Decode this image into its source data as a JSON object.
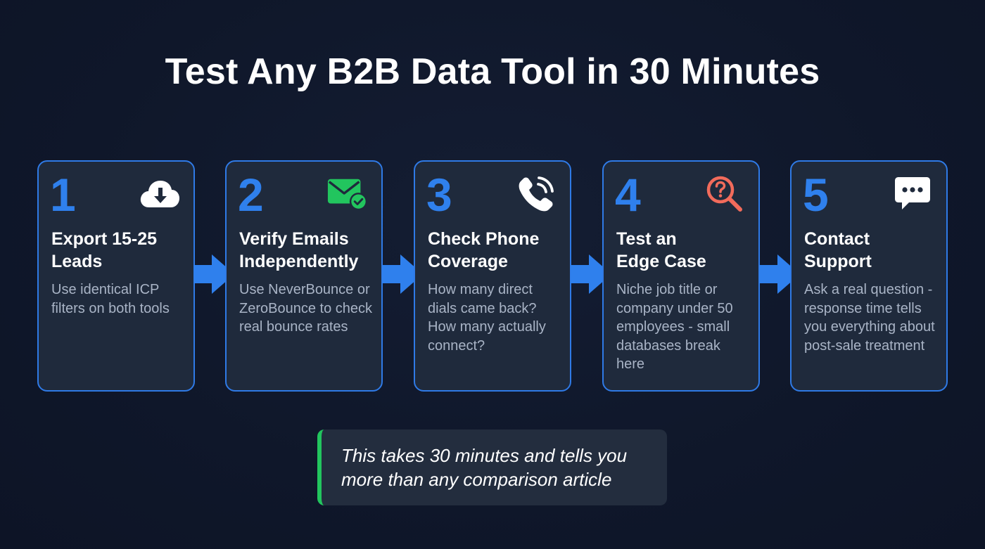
{
  "title": "Test Any B2B Data Tool in 30 Minutes",
  "colors": {
    "background": "#0f172a",
    "card_background": "#1f2a3c",
    "card_border": "#2f7ae6",
    "step_number": "#2f80ed",
    "arrow": "#2f80ed",
    "email_icon": "#22c55e",
    "search_icon": "#f26b5b",
    "callout_accent": "#22c55e",
    "description_text": "#a9b4c6"
  },
  "steps": [
    {
      "number": "1",
      "icon": "cloud-download-icon",
      "heading_line1": "Export 15-25",
      "heading_line2": "Leads",
      "description": "Use identical ICP filters on both tools"
    },
    {
      "number": "2",
      "icon": "email-check-icon",
      "heading_line1": "Verify Emails",
      "heading_line2": "Independently",
      "description": "Use NeverBounce or ZeroBounce to check real bounce rates"
    },
    {
      "number": "3",
      "icon": "phone-ringing-icon",
      "heading_line1": "Check Phone",
      "heading_line2": "Coverage",
      "description": "How many direct dials came back? How many actually connect?"
    },
    {
      "number": "4",
      "icon": "search-question-icon",
      "heading_line1": "Test an",
      "heading_line2": "Edge Case",
      "description": "Niche job title or company under 50 employees - small databases break here"
    },
    {
      "number": "5",
      "icon": "chat-bubble-icon",
      "heading_line1": "Contact",
      "heading_line2": "Support",
      "description": "Ask a real question - response time tells you everything about post-sale treatment"
    }
  ],
  "callout": {
    "text": "This takes 30 minutes and tells you more than any comparison article"
  }
}
